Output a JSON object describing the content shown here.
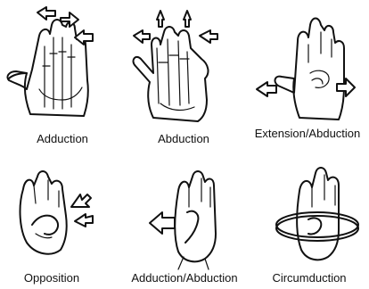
{
  "panels": [
    {
      "label": "Adduction"
    },
    {
      "label": "Abduction"
    },
    {
      "label": "Extension/Abduction"
    },
    {
      "label": "Opposition"
    },
    {
      "label": "Adduction/Abduction"
    },
    {
      "label": "Circumduction"
    }
  ]
}
